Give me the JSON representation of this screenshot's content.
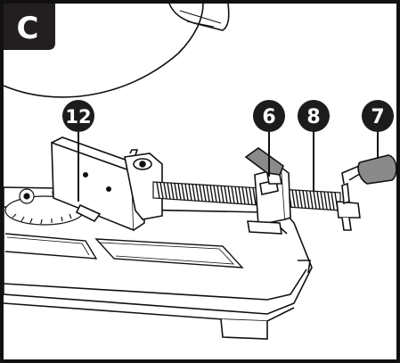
{
  "panel_label": "C",
  "callouts": [
    {
      "id": "callout-12",
      "text": "12"
    },
    {
      "id": "callout-6",
      "text": "6"
    },
    {
      "id": "callout-8",
      "text": "8"
    },
    {
      "id": "callout-7",
      "text": "7"
    }
  ],
  "colors": {
    "ink": "#111111",
    "panel_badge": "#231f20",
    "callout_fill": "#1c1c1c",
    "handle_grey": "#8a8a8a",
    "background": "#ffffff"
  }
}
